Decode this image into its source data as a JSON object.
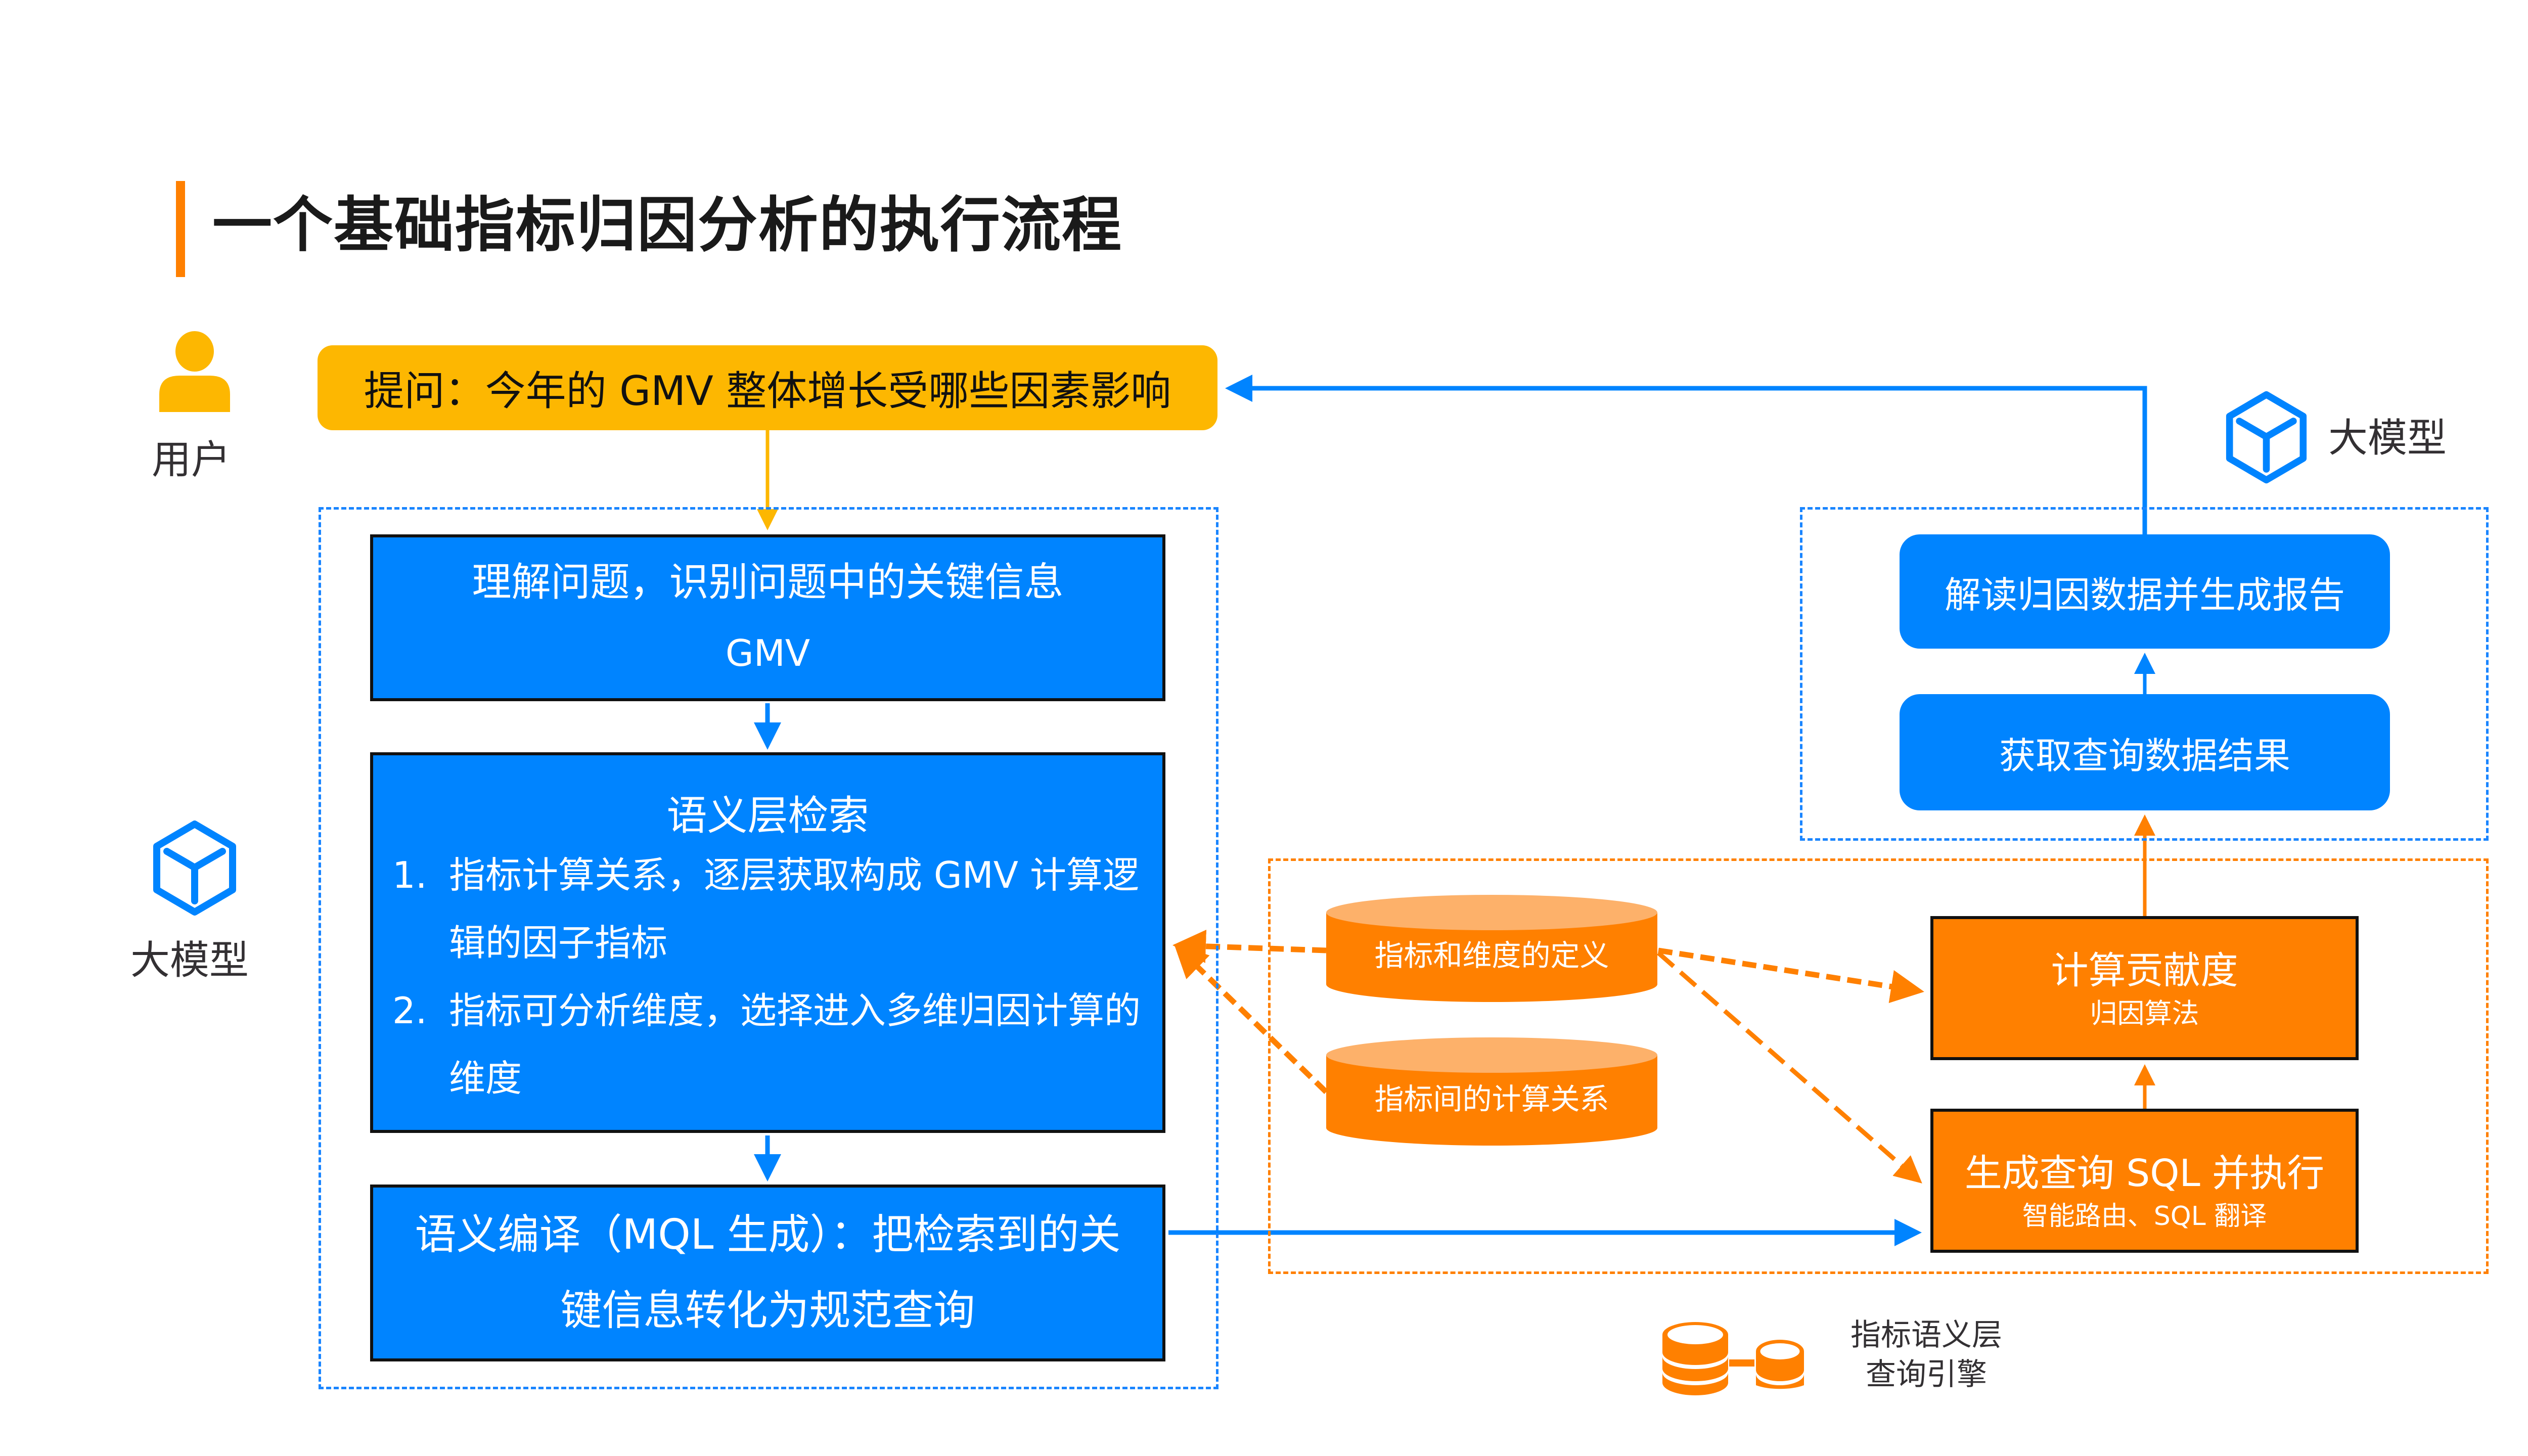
{
  "title": "一个基础指标归因分析的执行流程",
  "colors": {
    "accent_orange": "#FF8000",
    "primary_blue": "#0084FF",
    "question_yellow": "#FDB701",
    "cylinder_top": "#FDB16A",
    "text_dark": "#333033"
  },
  "actors": {
    "user": {
      "icon": "user-icon",
      "label": "用户"
    },
    "llm_left": {
      "icon": "cube-icon",
      "label": "大模型"
    },
    "llm_right": {
      "icon": "cube-icon",
      "label": "大模型"
    }
  },
  "question": {
    "text": "提问：今年的 GMV 整体增长受哪些因素影响"
  },
  "llm_steps": {
    "understand": {
      "line1": "理解问题，识别问题中的关键信息",
      "line2": "GMV"
    },
    "retrieve": {
      "heading": "语义层检索",
      "items": [
        {
          "num": "1.",
          "text": "指标计算关系，逐层获取构成 GMV 计算逻辑的因子指标"
        },
        {
          "num": "2.",
          "text": "指标可分析维度，选择进入多维归因计算的维度"
        }
      ]
    },
    "compile": {
      "text": "语义编译（MQL 生成）：把检索到的关键信息转化为规范查询"
    }
  },
  "llm_output_steps": {
    "report": "解读归因数据并生成报告",
    "fetch": "获取查询数据结果"
  },
  "engine": {
    "stores": [
      {
        "label": "指标和维度的定义"
      },
      {
        "label": "指标间的计算关系"
      }
    ],
    "compute": {
      "title": "计算贡献度",
      "subtitle": "归因算法"
    },
    "sql": {
      "title": "生成查询 SQL 并执行",
      "subtitle": "智能路由、SQL 翻译"
    }
  },
  "legend": {
    "icon": "database-pair-icon",
    "line1": "指标语义层",
    "line2": "查询引擎"
  }
}
